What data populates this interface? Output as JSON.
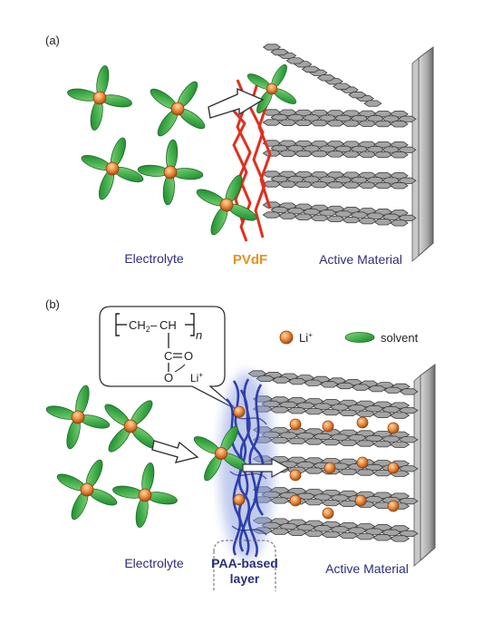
{
  "panel_a": {
    "label": "(a)",
    "electrolyte_label": "Electrolyte",
    "binder_label": "PVdF",
    "active_material_label": "Active Material"
  },
  "panel_b": {
    "label": "(b)",
    "formula": {
      "ch2": "CH",
      "ch2_sub": "2",
      "dash": "–",
      "ch": "CH",
      "repeat_n": "n",
      "carbon": "C",
      "oxygen_double": "O",
      "oxygen_single": "O",
      "li_ion": "Li",
      "li_charge": "+"
    },
    "legend": {
      "li_label": "Li",
      "li_charge": "+",
      "solvent_label": "solvent"
    },
    "electrolyte_label": "Electrolyte",
    "binder_label_line1": "PAA-based",
    "binder_label_line2": "layer",
    "active_material_label": "Active Material"
  },
  "colors": {
    "li_ion": "#e8873a",
    "solvent": "#3aa845",
    "graphite_fill": "#9a9a9a",
    "graphite_stroke": "#3c3c3c",
    "pvdf": "#e0301e",
    "paa_layer": "#2838a8",
    "paa_glow": "#8da0e0",
    "label_navy": "#2a2f7a",
    "pvdf_text": "#e8901e",
    "collector": "#a8a8a8"
  }
}
